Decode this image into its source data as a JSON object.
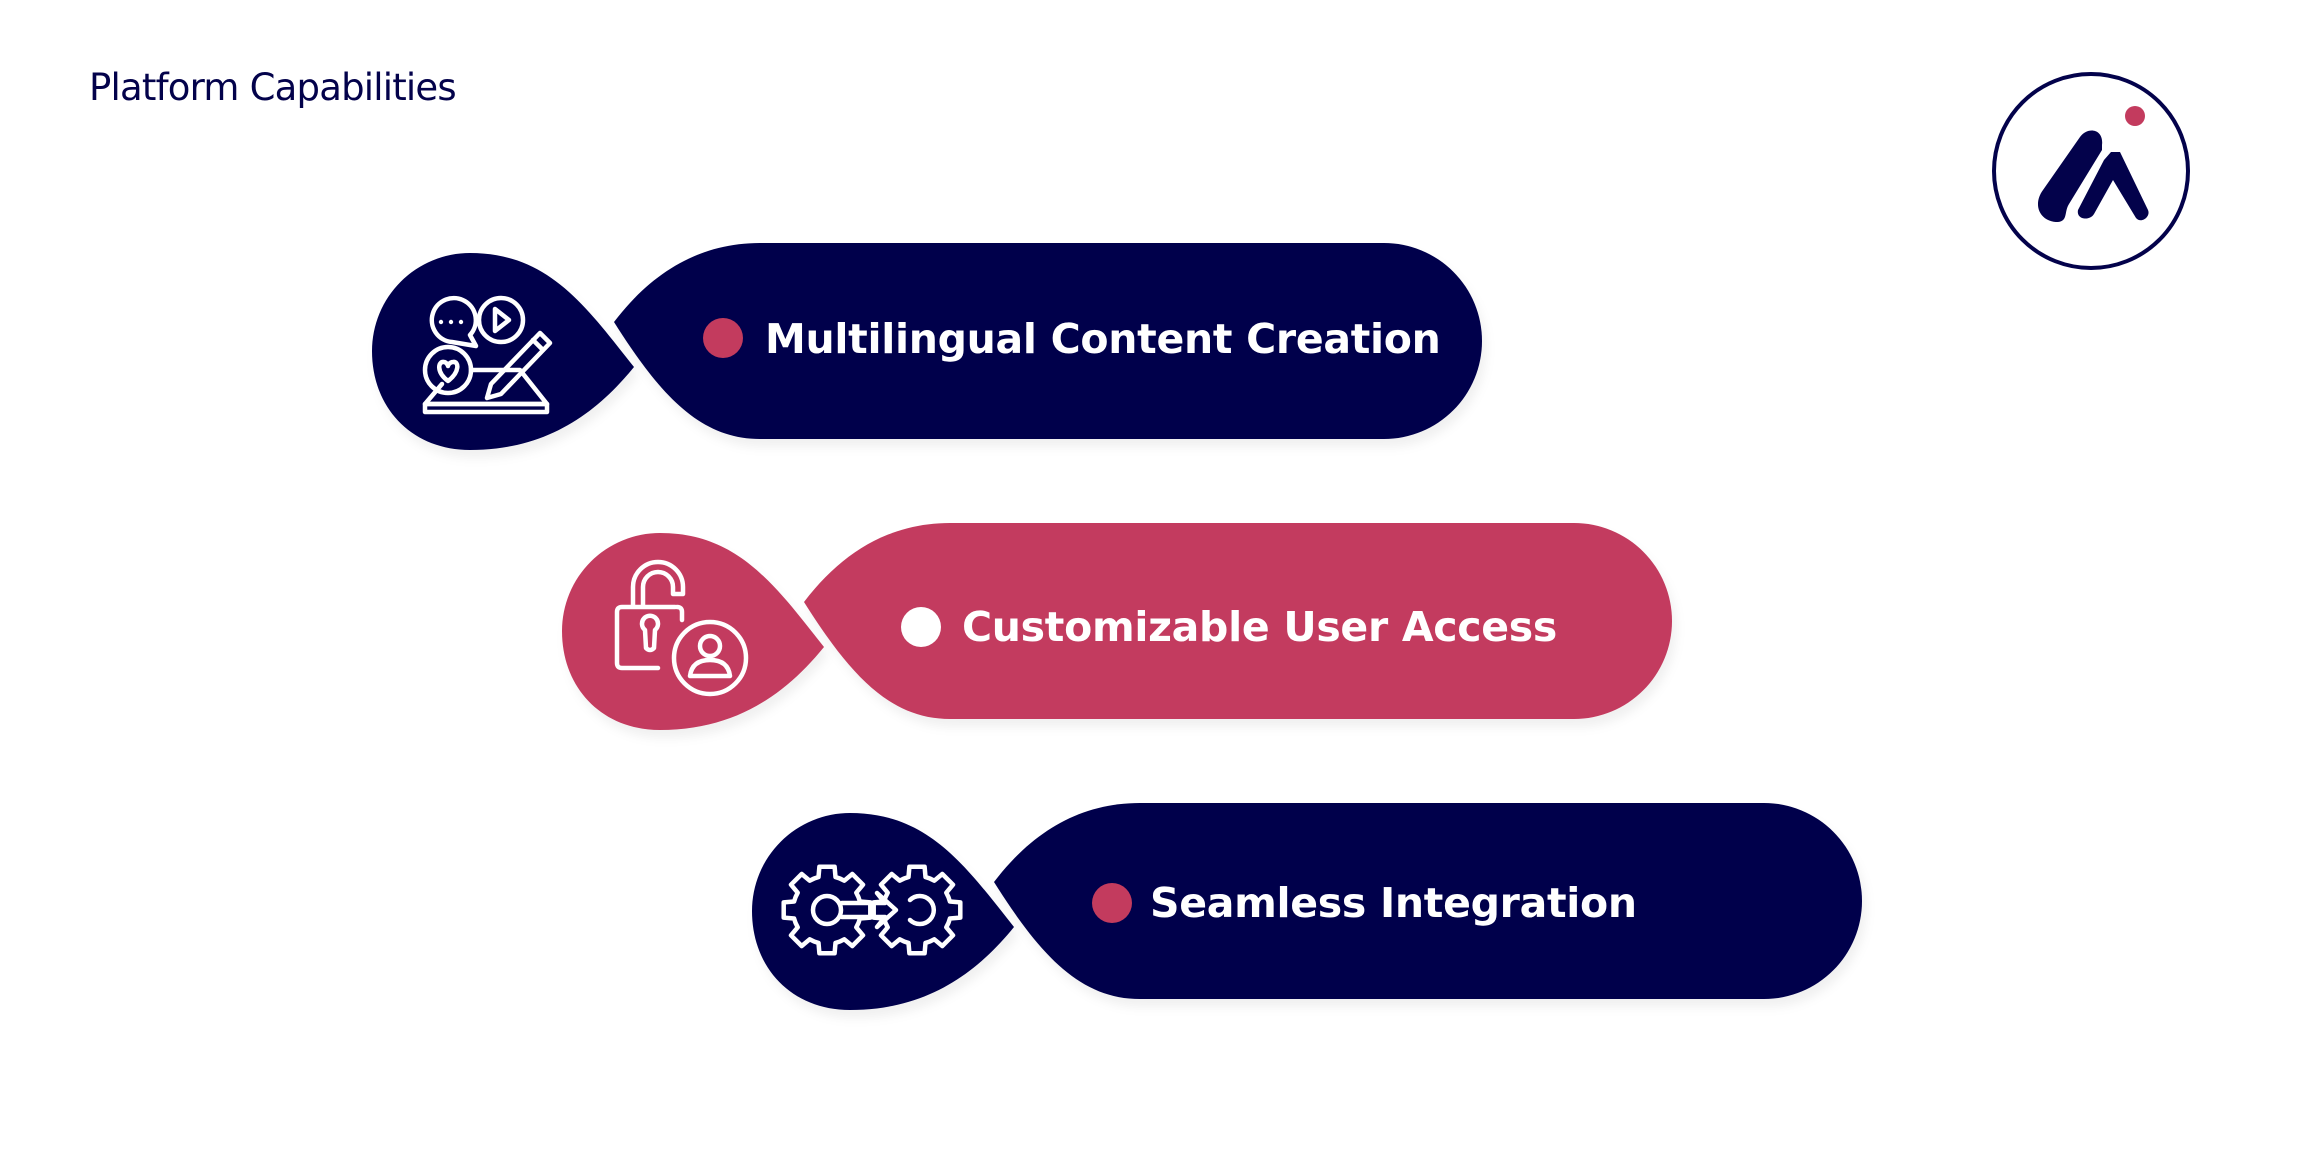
{
  "page": {
    "title": "Platform Capabilities"
  },
  "logo": {
    "name": "brand-logo",
    "ring_color": "#03024b",
    "mark_color": "#03024b",
    "dot_color": "#c33b5e"
  },
  "colors": {
    "navy": "#03024b",
    "pink": "#c33b5e",
    "white": "#ffffff"
  },
  "capabilities": [
    {
      "label": "Multilingual Content Creation",
      "icon": "content-creation-icon",
      "fill": "#03024b",
      "bullet": "#c33b5e"
    },
    {
      "label": "Customizable User Access",
      "icon": "user-access-lock-icon",
      "fill": "#c33b5e",
      "bullet": "#ffffff"
    },
    {
      "label": "Seamless Integration",
      "icon": "gears-integration-icon",
      "fill": "#03024b",
      "bullet": "#c33b5e"
    }
  ]
}
